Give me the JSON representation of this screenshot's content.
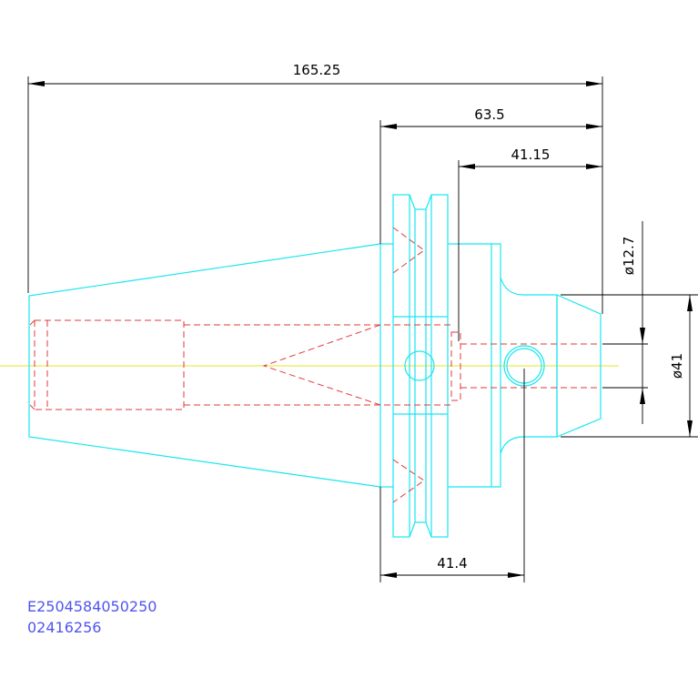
{
  "dimensions": {
    "overall_length": "165.25",
    "flange_to_end": "63.5",
    "body_length": "41.15",
    "bottom_length": "41.4",
    "bore_dia": "ø12.7",
    "outer_dia": "ø41"
  },
  "codes": {
    "line1": "E2504584050250",
    "line2": "02416256"
  },
  "colors": {
    "outline": "#19e6f0",
    "hidden_lines": "#e23a3a",
    "dimensions": "#000000",
    "centerline": "#e6e62a",
    "code_text": "#5055ee"
  }
}
